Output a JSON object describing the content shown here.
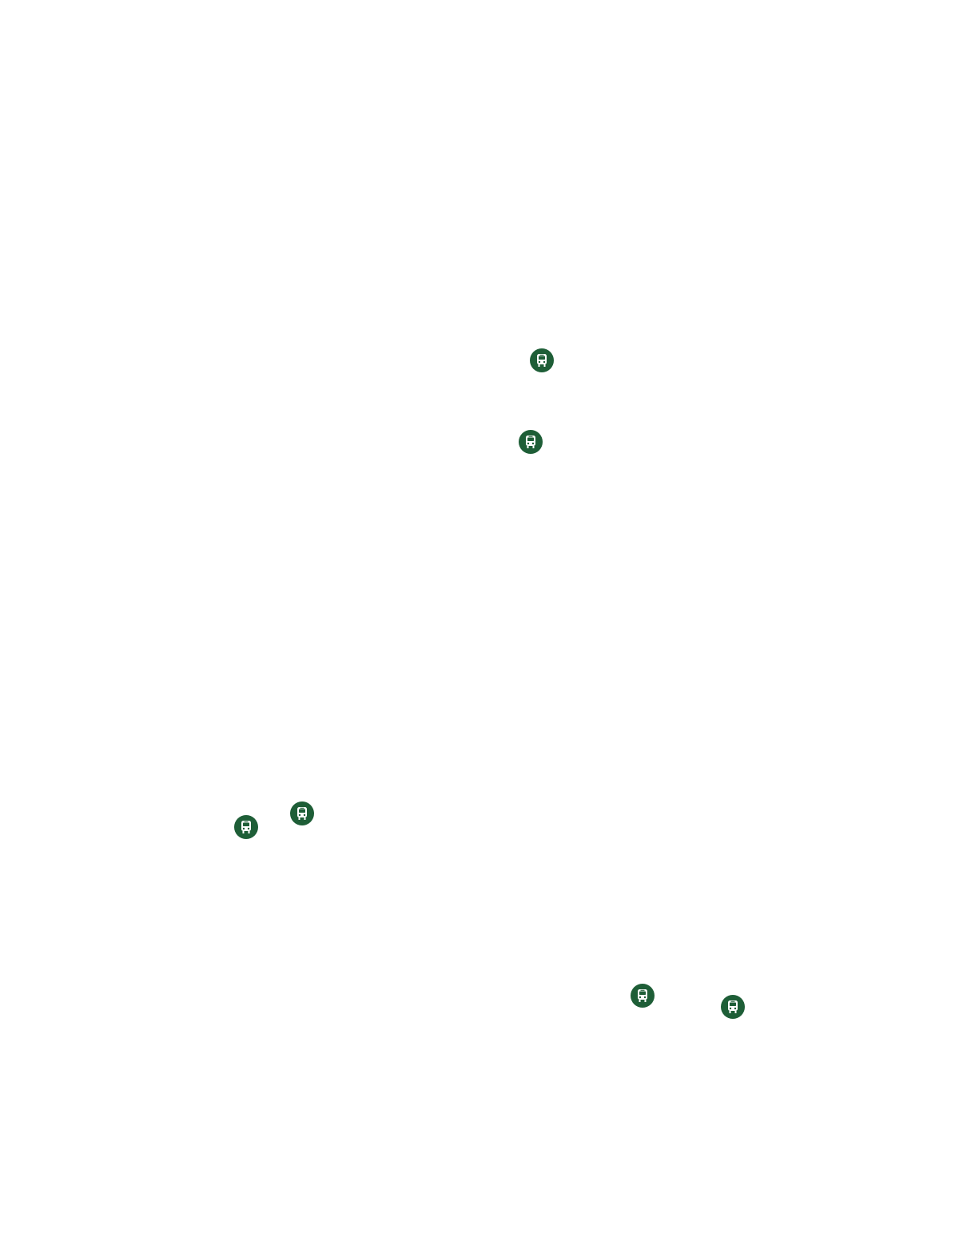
{
  "map": {
    "background_color": "#ffffff",
    "marker_color": "#1e5e37",
    "marker_icon": "train-icon",
    "markers": [
      {
        "type": "transit-station",
        "icon": "train-icon"
      },
      {
        "type": "transit-station",
        "icon": "train-icon"
      },
      {
        "type": "transit-station",
        "icon": "train-icon"
      },
      {
        "type": "transit-station",
        "icon": "train-icon"
      },
      {
        "type": "transit-station",
        "icon": "train-icon"
      },
      {
        "type": "transit-station",
        "icon": "train-icon"
      }
    ]
  }
}
